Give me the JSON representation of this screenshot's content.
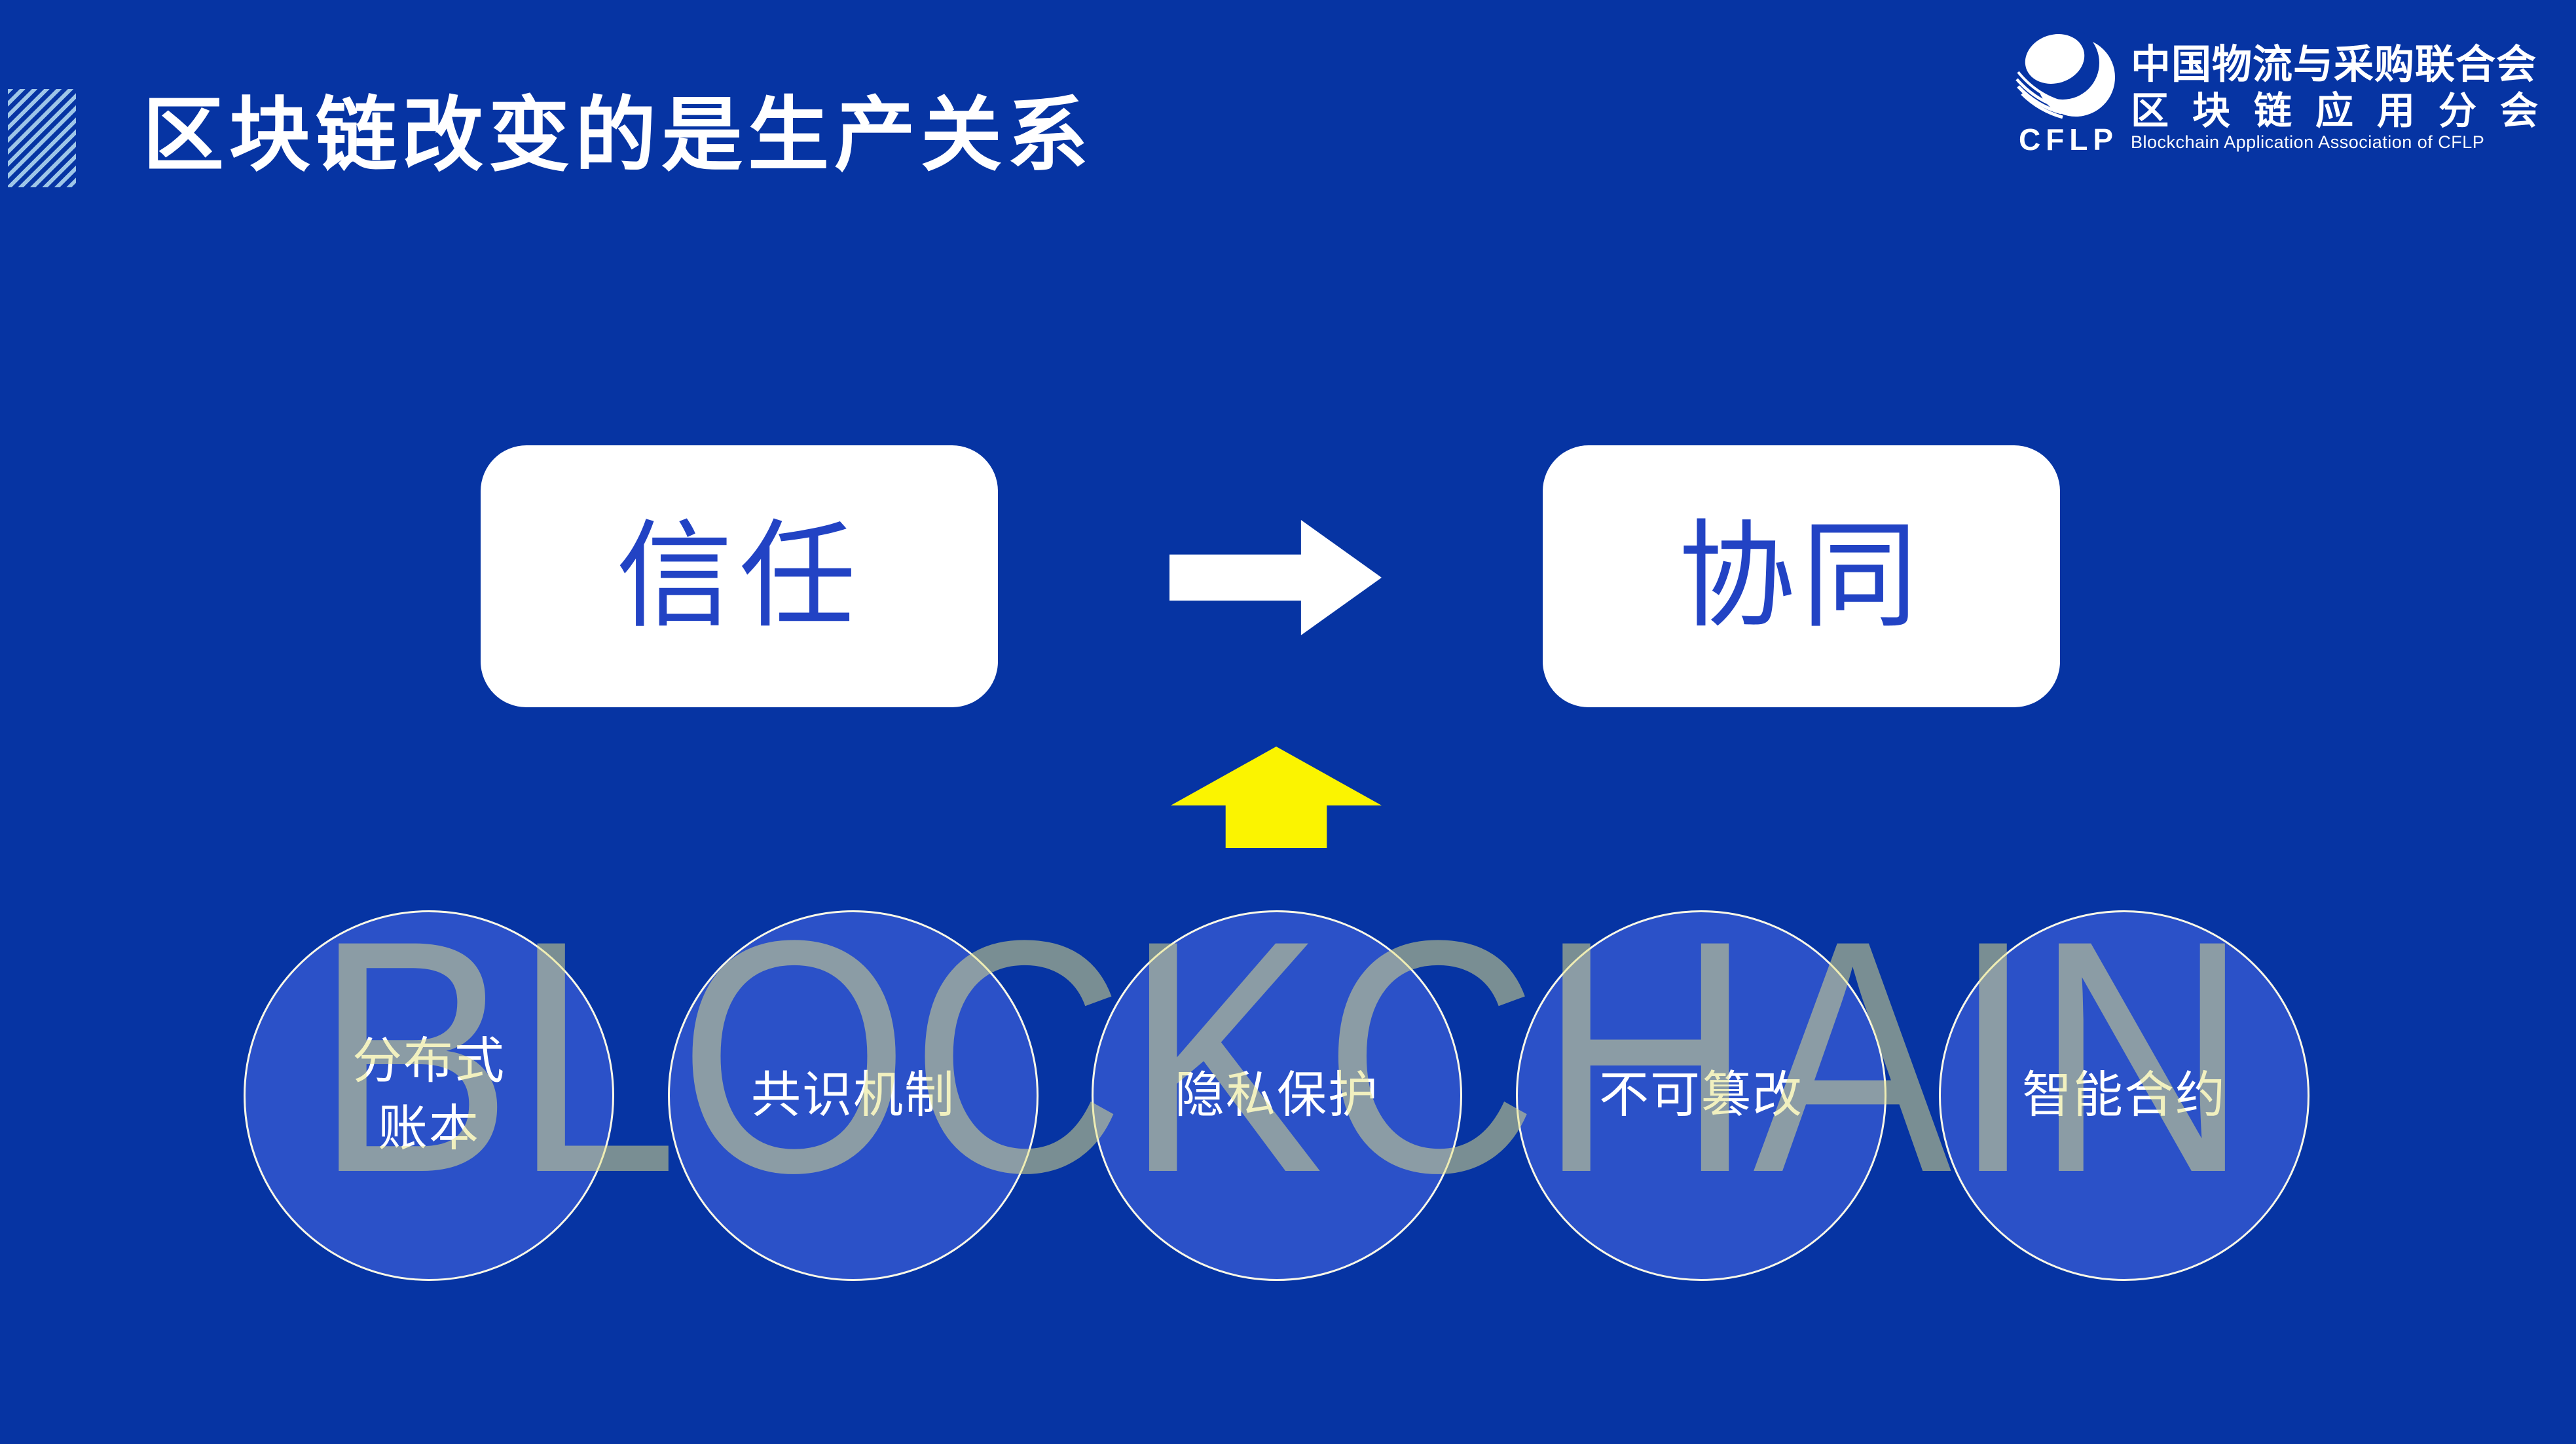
{
  "slide": {
    "title": "区块链改变的是生产关系",
    "watermark": "BLOCKCHAIN",
    "colors": {
      "background": "#0634A3",
      "circle_fill": "#2B51C8",
      "circle_border": "#FAF8E8",
      "box_fill": "#FFFFFF",
      "box_text": "#2243C4",
      "arrow_white": "#FFFFFF",
      "arrow_yellow": "#FBF400",
      "watermark_text": "rgba(229,227,133,0.52)",
      "stripe_light": "#9EC6E8",
      "title_text": "#FFFFFF"
    }
  },
  "logo": {
    "acronym": "CFLP",
    "org_line1": "中国物流与采购联合会",
    "org_line2": "区块链应用分会",
    "english": "Blockchain Application Association of CFLP"
  },
  "flow": {
    "left_box_label": "信任",
    "right_box_label": "协同"
  },
  "features": [
    {
      "lines": [
        "分布式",
        "账本"
      ]
    },
    {
      "lines": [
        "共识机制"
      ]
    },
    {
      "lines": [
        "隐私保护"
      ]
    },
    {
      "lines": [
        "不可篡改"
      ]
    },
    {
      "lines": [
        "智能合约"
      ]
    }
  ]
}
